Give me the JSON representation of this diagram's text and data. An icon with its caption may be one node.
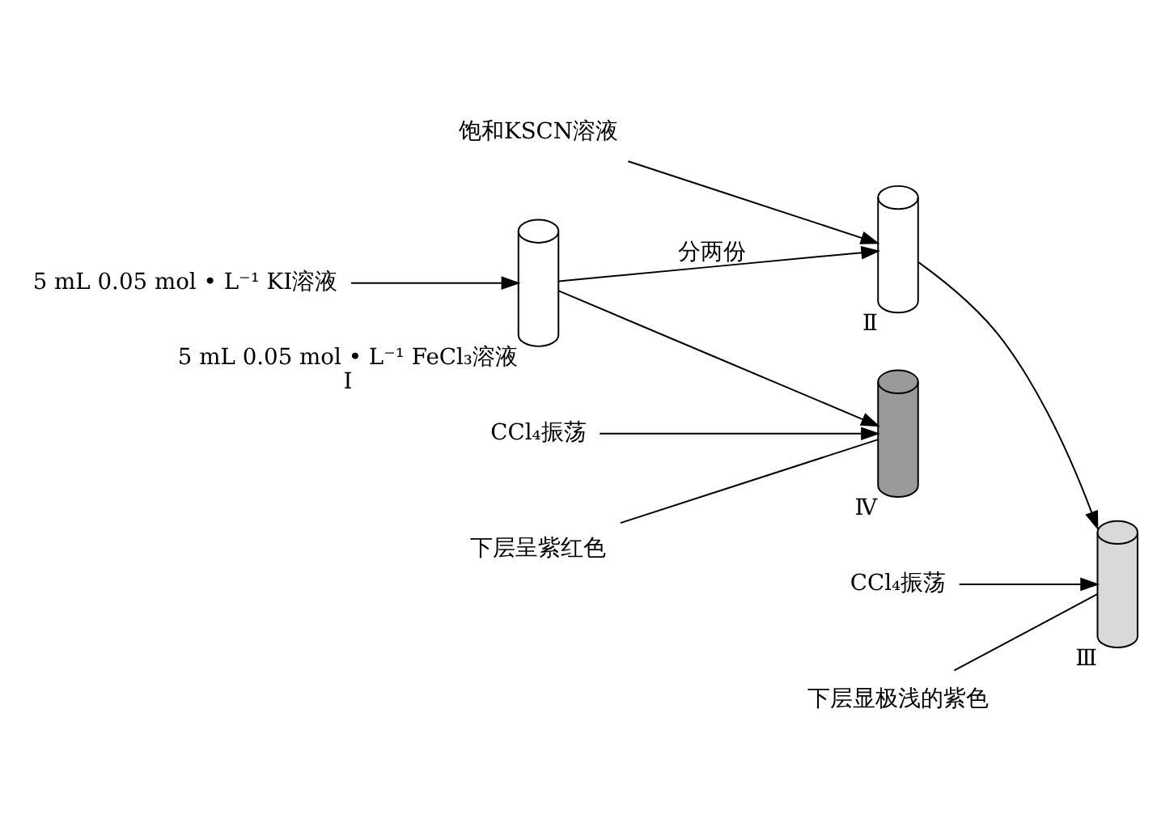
{
  "diagram": {
    "nodes": [
      {
        "text": [
          "5 mL 0.05 mol • L⁻¹ KI溶液"
        ]
      },
      {
        "text": [],
        "shape": "tube",
        "beside": [
          "5 mL 0.05 mol • L⁻¹ FeCl₃溶液",
          "Ⅰ"
        ]
      },
      {
        "text": [
          "饱和KSCN溶液"
        ]
      },
      {
        "text": [],
        "shape": "tube",
        "beside": [
          "Ⅱ"
        ]
      },
      {
        "text": [
          "CCl₄振荡"
        ]
      },
      {
        "text": [],
        "shape": "tube",
        "beside": [
          "Ⅲ"
        ]
      },
      {
        "text": [
          "下层显极浅的紫色"
        ]
      },
      {
        "text": [
          "CCl₄振荡"
        ]
      },
      {
        "text": [],
        "shape": "tube",
        "beside": [
          "Ⅳ"
        ]
      },
      {
        "text": [
          "下层呈紫红色"
        ]
      }
    ],
    "edges": [
      {
        "from": 0,
        "to": 1,
        "arrow": "to"
      },
      {
        "from": 1,
        "to": 3,
        "arrow": "to",
        "label": "分两份"
      },
      {
        "from": 1,
        "to": 8,
        "arrow": "to"
      },
      {
        "from": 2,
        "to": 3,
        "arrow": "to"
      },
      {
        "from": 3,
        "to": 5,
        "arrow": "to"
      },
      {
        "from": 4,
        "to": 5,
        "arrow": "to"
      },
      {
        "from": 6,
        "to": 5,
        "arrow": "none"
      },
      {
        "from": 7,
        "to": 8,
        "arrow": "to"
      },
      {
        "from": 9,
        "to": 8,
        "arrow": "none"
      }
    ]
  }
}
